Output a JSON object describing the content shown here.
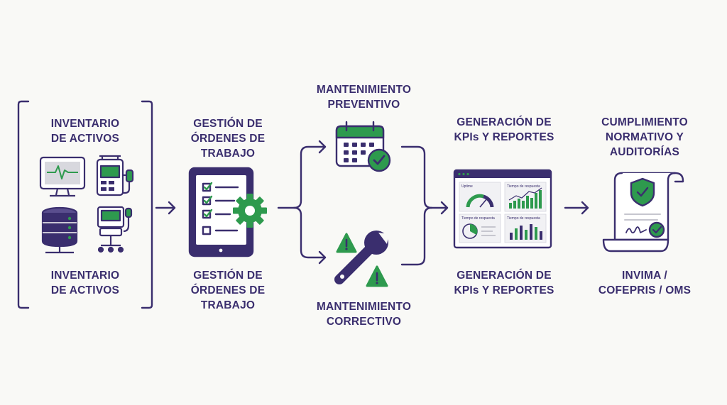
{
  "colors": {
    "primary": "#3a2e6e",
    "accent": "#2e9a4e",
    "background": "#f9f9f6",
    "screen": "#d8d8de"
  },
  "inventory": {
    "title": [
      "INVENTARIO",
      "DE ACTIVOS"
    ],
    "caption": [
      "INVENTARIO",
      "DE ACTIVOS"
    ],
    "icons": [
      "monitor-icon",
      "infusion-pump-icon",
      "server-database-icon",
      "medical-cart-icon"
    ]
  },
  "work_orders": {
    "title": [
      "GESTIÓN DE",
      "ÓRDENES DE",
      "TRABAJO"
    ],
    "caption": [
      "GESTIÓN DE",
      "ÓRDENES DE",
      "TRABAJO"
    ],
    "icons": [
      "tablet-checklist-icon",
      "gear-icon"
    ]
  },
  "preventive": {
    "title": [
      "MANTENIMIENTO",
      "PREVENTIVO"
    ],
    "icons": [
      "calendar-check-icon"
    ]
  },
  "corrective": {
    "title": [
      "MANTENIMIENTO",
      "CORRECTIVO"
    ],
    "icons": [
      "wrench-icon",
      "warning-icon"
    ]
  },
  "kpis": {
    "title": [
      "GENERACIÓN DE",
      "KPIs Y REPORTES"
    ],
    "caption": [
      "GENERACIÓN DE",
      "KPIs Y REPORTES"
    ],
    "dashboard": {
      "panel_uptime": "Uptime",
      "panel_response_1": "Tiempo de respuesta",
      "panel_response_2": "Tiempo de respuesta",
      "panel_response_3": "Tiempo de respuesta"
    }
  },
  "compliance": {
    "title": [
      "CUMPLIMIENTO",
      "NORMATIVO Y",
      "AUDITORÍAS"
    ],
    "caption": [
      "INVIMA /",
      "COFEPRIS / OMS"
    ],
    "icons": [
      "certificate-shield-icon"
    ]
  }
}
